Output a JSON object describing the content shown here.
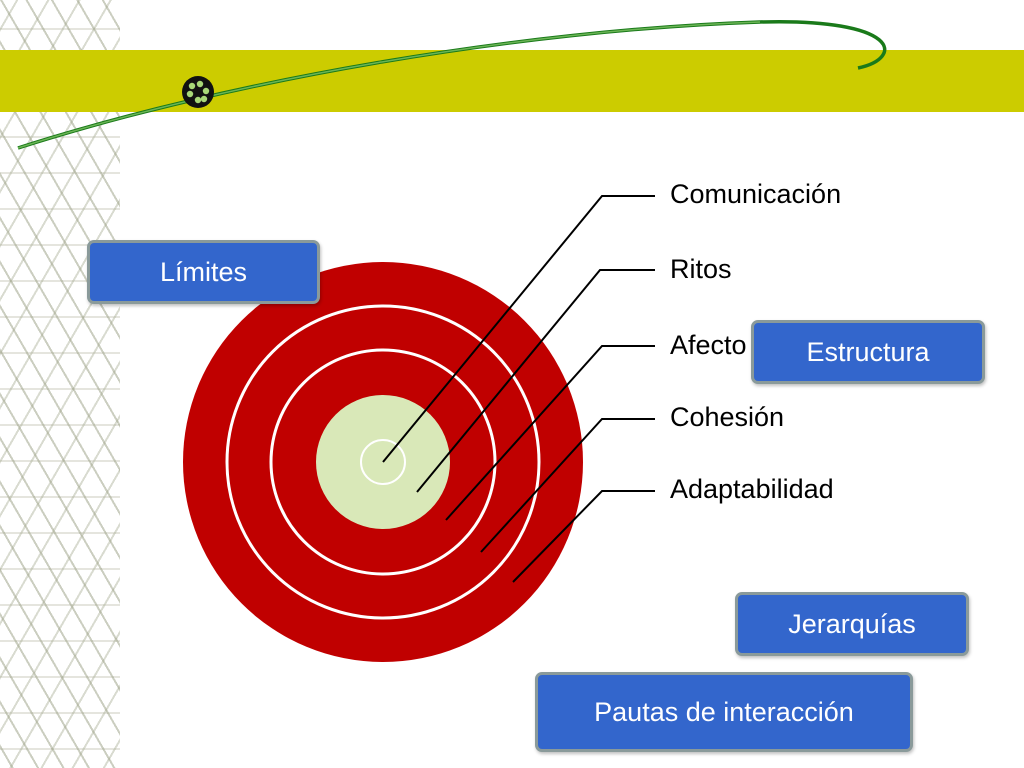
{
  "diagram": {
    "labels": {
      "comunicacion": "Comunicación",
      "ritos": "Ritos",
      "afecto": "Afecto",
      "cohesion": "Cohesión",
      "adaptabilidad": "Adaptabilidad"
    },
    "boxes": {
      "limites": "Límites",
      "estructura": "Estructura",
      "jerarquias": "Jerarquías",
      "pautas": "Pautas de interacción"
    },
    "colors": {
      "ring_red": "#c00000",
      "center_fill": "#d9e8b8",
      "box_blue": "#3366cc",
      "header_band": "#cccc00",
      "swoosh": "#1a7a1a"
    }
  }
}
